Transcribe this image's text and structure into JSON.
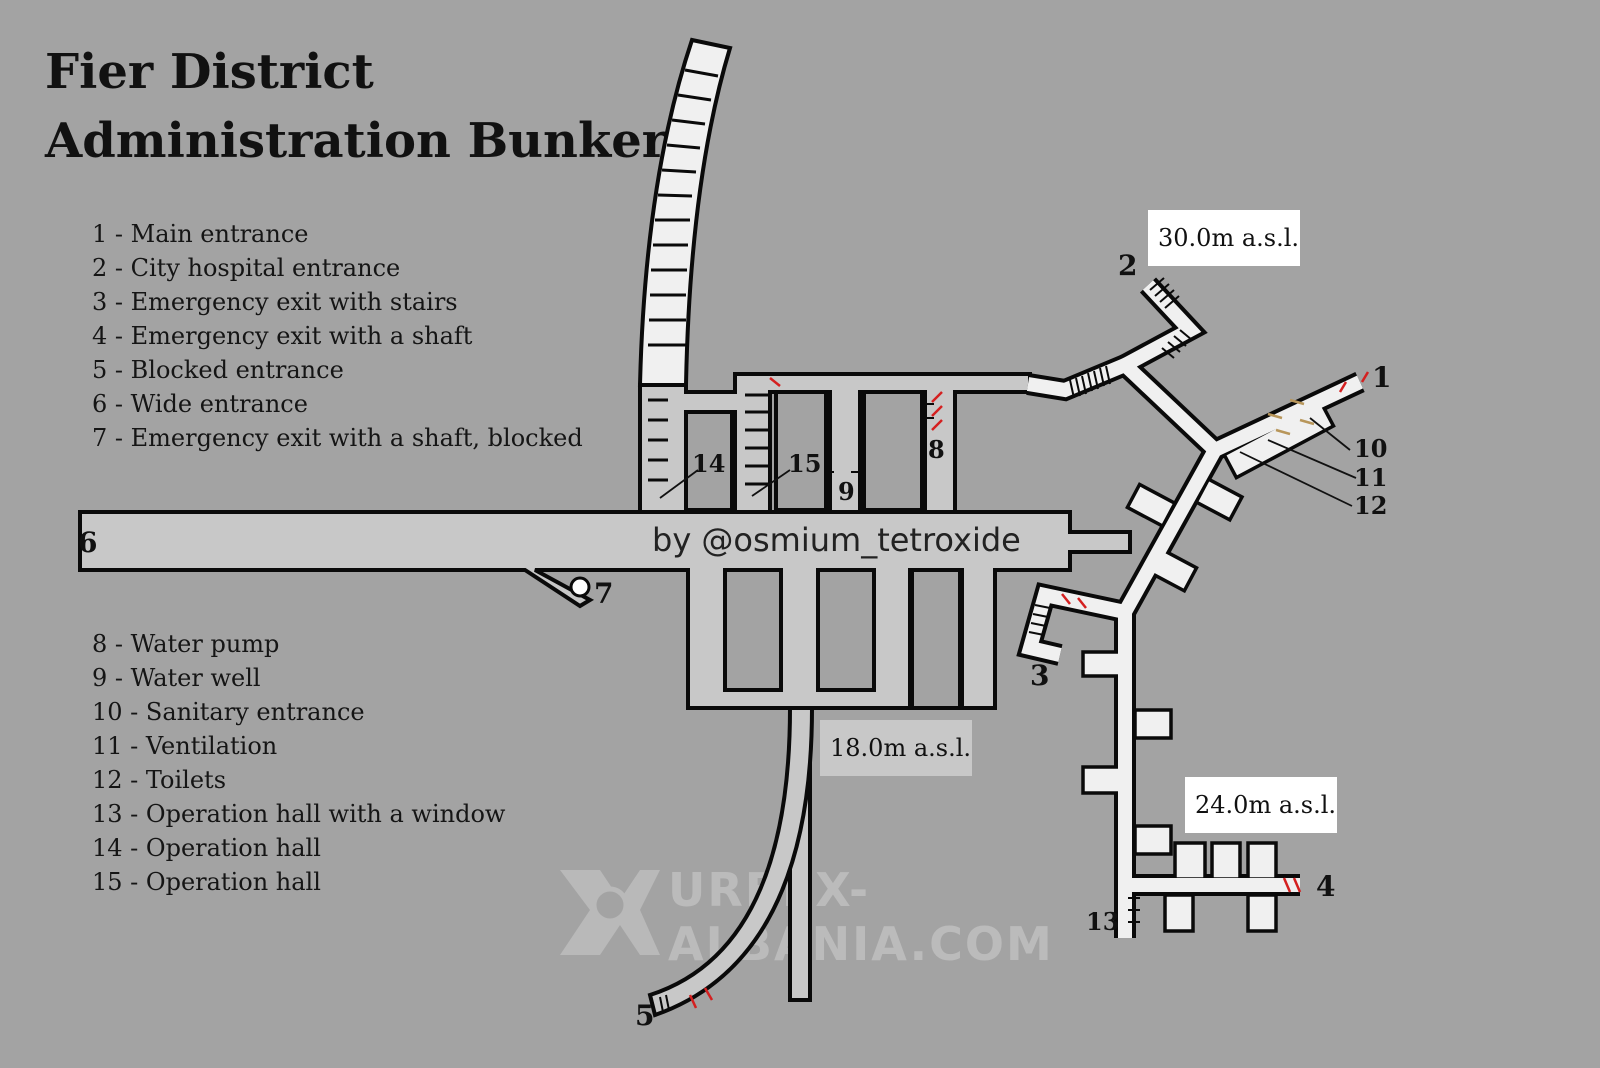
{
  "title": {
    "line1": "Fier District",
    "line2": "Administration Bunker"
  },
  "legend_top": [
    "1 - Main entrance",
    "2 - City hospital entrance",
    "3 - Emergency exit with stairs",
    "4 - Emergency exit with a shaft",
    "5 - Blocked entrance",
    "6 - Wide entrance",
    "7 - Emergency exit with a shaft, blocked"
  ],
  "legend_bottom": [
    "8 - Water pump",
    "9 - Water well",
    "10 - Sanitary entrance",
    "11 - Ventilation",
    "12 - Toilets",
    "13 - Operation hall with a window",
    "14 - Operation hall",
    "15 - Operation hall"
  ],
  "markers": {
    "m1": "1",
    "m2": "2",
    "m3": "3",
    "m4": "4",
    "m5": "5",
    "m6": "6",
    "m7": "7",
    "m8": "8",
    "m9": "9",
    "m10": "10",
    "m11": "11",
    "m12": "12",
    "m13": "13",
    "m14": "14",
    "m15": "15"
  },
  "elevations": {
    "e30": "30.0m a.s.l.",
    "e18": "18.0m a.s.l.",
    "e24": "24.0m a.s.l."
  },
  "author": "by @osmium_tetroxide",
  "watermark": {
    "line1": "URBEX-",
    "line2": "ALBANIA.COM"
  },
  "colors": {
    "background": "#a3a3a3",
    "tunnel_fill": "#c8c8c8",
    "room_fill": "#f0f0f0",
    "outline": "#0a0a0a",
    "door_red": "#d42020",
    "door_tan": "#b8965a"
  }
}
